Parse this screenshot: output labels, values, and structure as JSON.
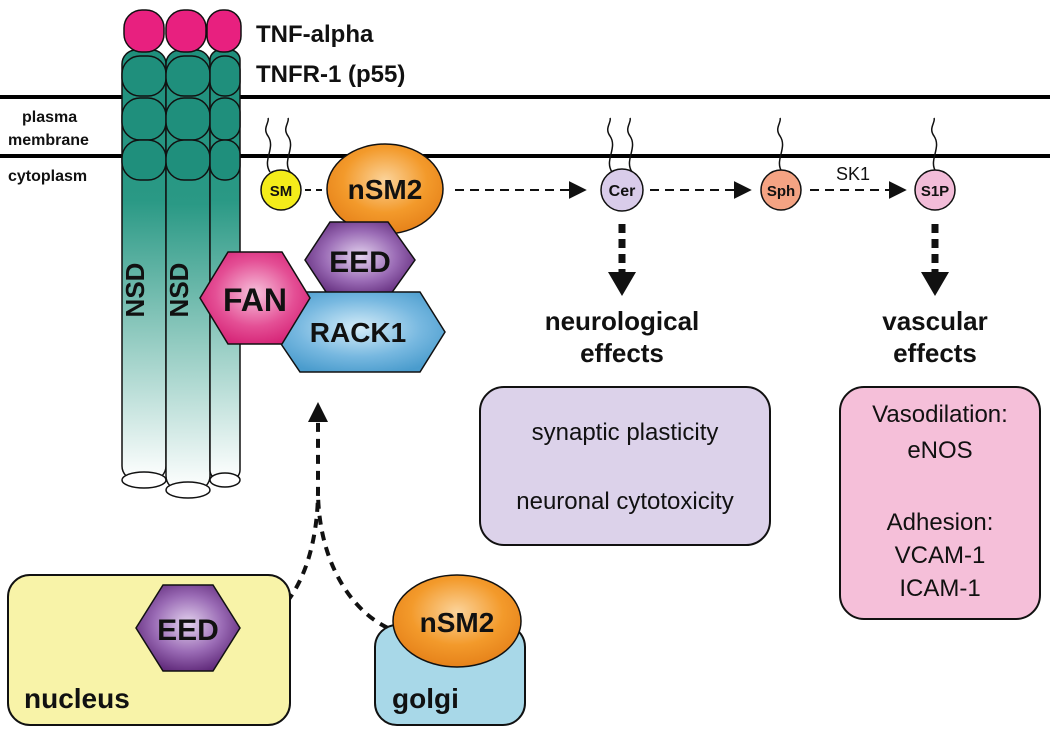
{
  "labels": {
    "tnf_alpha": "TNF-alpha",
    "tnfr1": "TNFR-1 (p55)",
    "plasma_membrane_line1": "plasma",
    "plasma_membrane_line2": "membrane",
    "cytoplasm": "cytoplasm",
    "nsd": "NSD",
    "sm": "SM",
    "nsm2": "nSM2",
    "eed": "EED",
    "fan": "FAN",
    "rack1": "RACK1",
    "cer": "Cer",
    "sph": "Sph",
    "sk1": "SK1",
    "s1p": "S1P",
    "neurological_effects_line1": "neurological",
    "neurological_effects_line2": "effects",
    "vascular_effects_line1": "vascular",
    "vascular_effects_line2": "effects",
    "nucleus": "nucleus",
    "golgi": "golgi"
  },
  "neuro_box": {
    "items": [
      "synaptic plasticity",
      "neuronal cytotoxicity"
    ]
  },
  "vascular_box": {
    "vasodilation_title": "Vasodilation:",
    "vasodilation_item": "eNOS",
    "adhesion_title": "Adhesion:",
    "adhesion_items": [
      "VCAM-1",
      "ICAM-1"
    ]
  },
  "colors": {
    "tnf_magenta": "#e8207f",
    "receptor_teal": "#1f8f7c",
    "sm_yellow": "#f4ec1a",
    "nsm2_orange": "#f39a2b",
    "eed_purple": "#6a2d82",
    "fan_pink": "#e0317f",
    "rack1_blue": "#5aa9d8",
    "cer_lavender": "#d9ccea",
    "sph_salmon": "#f4a383",
    "s1p_pink": "#f2bcd8",
    "neuro_box": "#dcd2ea",
    "vascular_box": "#f5bfd9",
    "nucleus_box": "#f8f3a8",
    "golgi_box": "#a8d8e8"
  }
}
